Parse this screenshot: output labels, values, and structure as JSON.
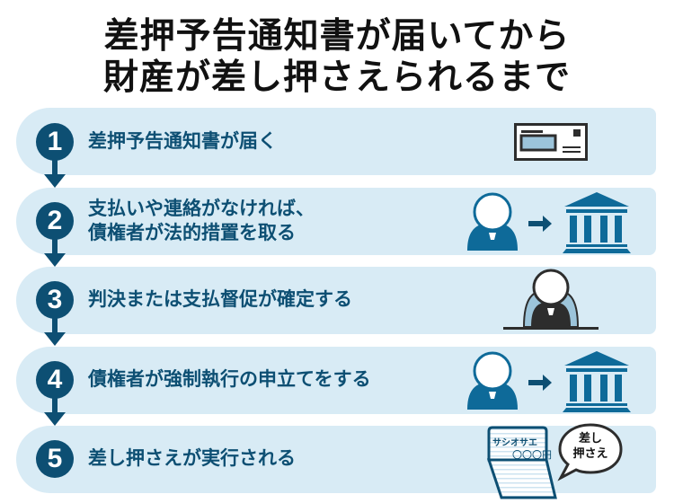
{
  "title": {
    "line1": "差押予告通知書が届いてから",
    "line2": "財産が差し押さえられるまで"
  },
  "colors": {
    "step_background": "#d8ebf5",
    "accent": "#0d4f73",
    "title_text": "#111111",
    "icon_blue": "#0e6a99",
    "icon_dark": "#2d2d2d"
  },
  "steps": [
    {
      "number": "1",
      "label_line1": "差押予告通知書が届く",
      "label_line2": "",
      "icon": "envelope-icon"
    },
    {
      "number": "2",
      "label_line1": "支払いや連絡がなければ、",
      "label_line2": "債権者が法的措置を取る",
      "icon": "person-to-court-icon"
    },
    {
      "number": "3",
      "label_line1": "判決または支払督促が確定する",
      "label_line2": "",
      "icon": "judge-icon"
    },
    {
      "number": "4",
      "label_line1": "債権者が強制執行の申立てをする",
      "label_line2": "",
      "icon": "person-to-court-icon"
    },
    {
      "number": "5",
      "label_line1": "差し押さえが実行される",
      "label_line2": "",
      "icon": "bankbook-seizure-icon"
    }
  ],
  "bankbook": {
    "name": "サシオサエ",
    "amount": "〇〇〇円"
  },
  "speech_bubble": {
    "line1": "差し",
    "line2": "押さえ"
  }
}
